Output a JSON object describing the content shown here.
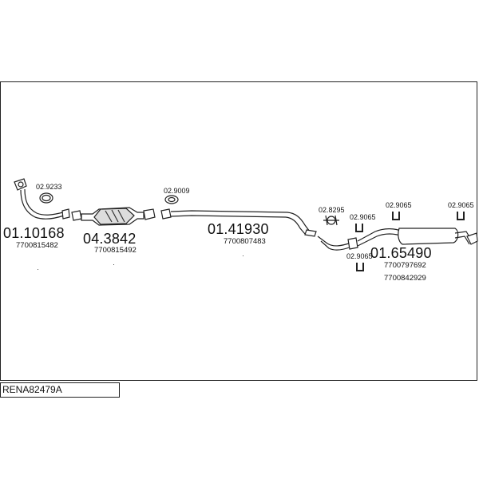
{
  "diagram_code": "RENA82479A",
  "parts": [
    {
      "id": "p1",
      "number": "01.10168",
      "oem": [
        "7700815482"
      ]
    },
    {
      "id": "p2",
      "number": "04.3842",
      "oem": [
        "7700815492"
      ]
    },
    {
      "id": "p3",
      "number": "01.41930",
      "oem": [
        "7700807483"
      ]
    },
    {
      "id": "p4",
      "number": "01.65490",
      "oem": [
        "7700797692",
        "7700842929"
      ]
    }
  ],
  "fittings": [
    {
      "id": "f1",
      "label": "02.9233"
    },
    {
      "id": "f2",
      "label": "02.9009"
    },
    {
      "id": "f3",
      "label": "02.8295"
    },
    {
      "id": "f4",
      "label": "02.9065"
    },
    {
      "id": "f5",
      "label": "02.9065"
    },
    {
      "id": "f6",
      "label": "02.9065"
    },
    {
      "id": "f7",
      "label": "02.9065"
    }
  ]
}
